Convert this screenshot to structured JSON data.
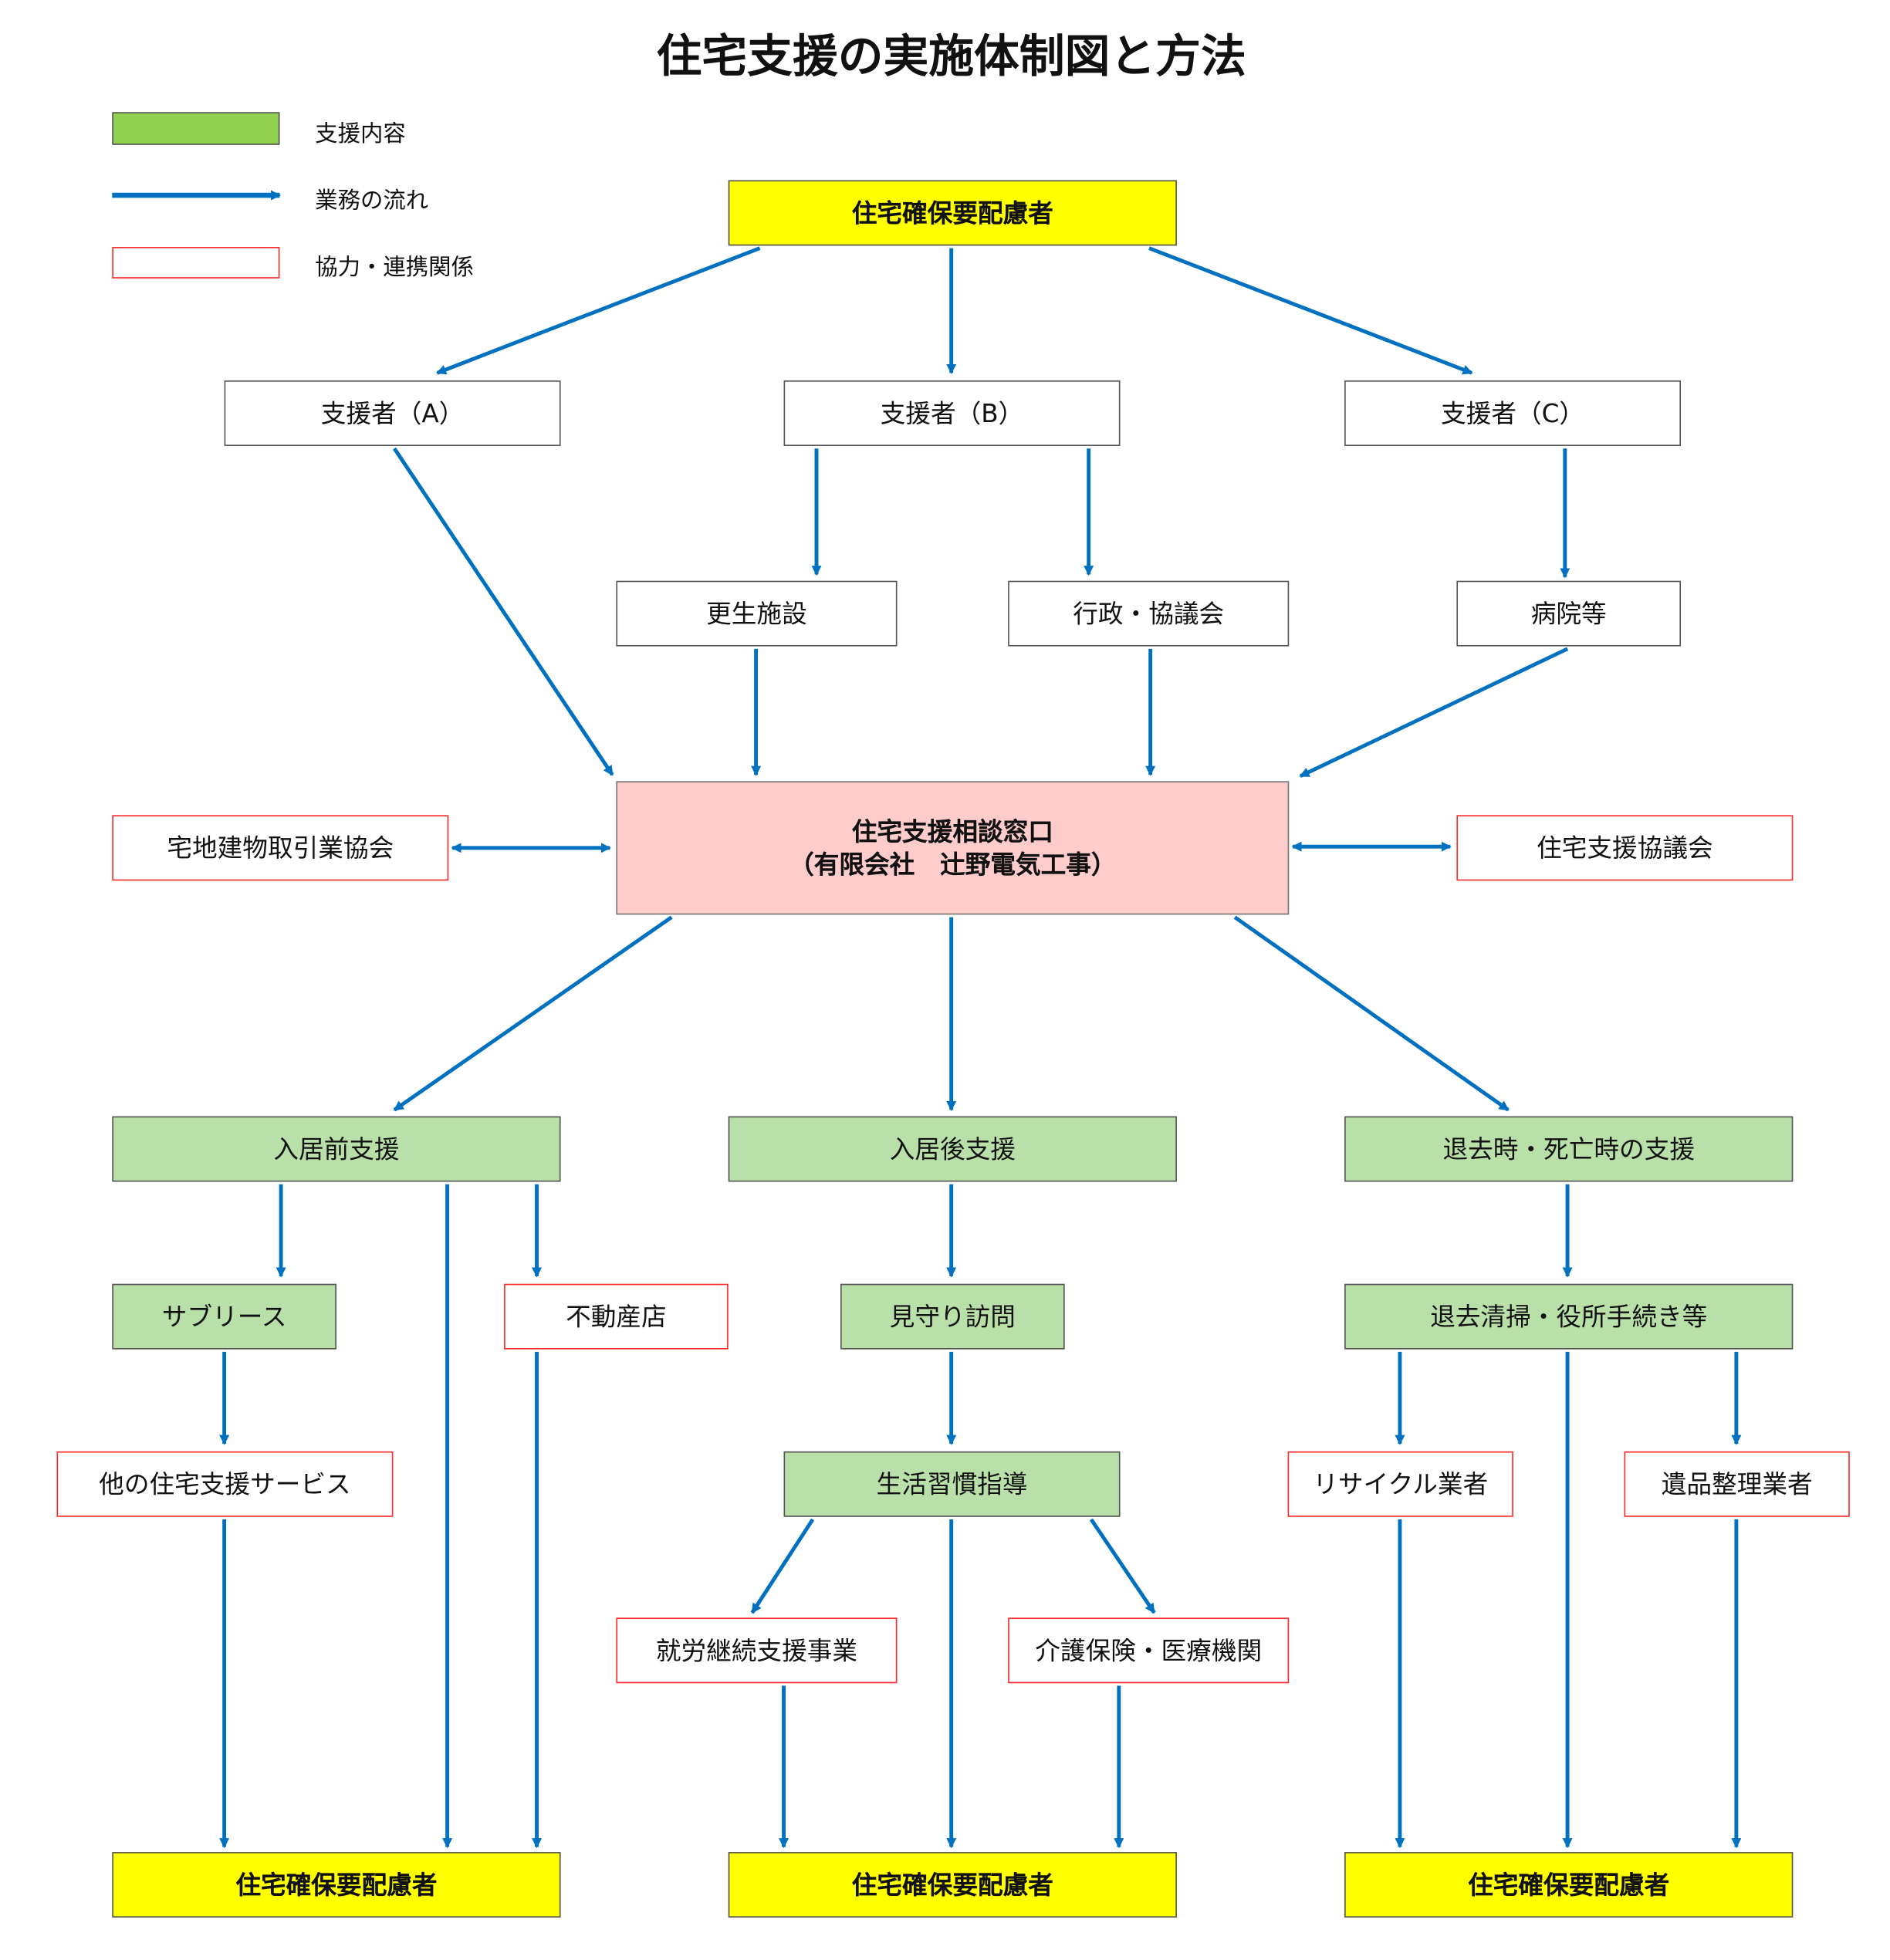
{
  "title": "住宅支援の実施体制図と方法",
  "legend": {
    "support_content": "支援内容",
    "work_flow": "業務の流れ",
    "cooperation": "協力・連携関係"
  },
  "colors": {
    "flow_arrow": "#0070c0",
    "support_box": "#b9e0a9",
    "legend_green": "#92d050",
    "target_box": "#ffff00",
    "center_box": "#ffcccc",
    "cooperation_border": "#ff2a2a"
  },
  "top": {
    "target": "住宅確保要配慮者"
  },
  "supporters": [
    "支援者（A）",
    "支援者（B）",
    "支援者（C）"
  ],
  "intermediaries": [
    "更生施設",
    "行政・協議会",
    "病院等"
  ],
  "center": {
    "line1": "住宅支援相談窓口",
    "line2": "（有限会社　辻野電気工事）"
  },
  "partners": {
    "left": "宅地建物取引業協会",
    "right": "住宅支援協議会"
  },
  "phases": [
    "入居前支援",
    "入居後支援",
    "退去時・死亡時の支援"
  ],
  "pre_move": {
    "sublease": "サブリース",
    "realtor": "不動産店",
    "other_services": "他の住宅支援サービス"
  },
  "post_move": {
    "watch": "見守り訪問",
    "lifestyle": "生活習慣指導",
    "employment": "就労継続支援事業",
    "care": "介護保険・医療機関"
  },
  "exit": {
    "cleanup": "退去清掃・役所手続き等",
    "recycle": "リサイクル業者",
    "estate": "遺品整理業者"
  },
  "bottom_targets": [
    "住宅確保要配慮者",
    "住宅確保要配慮者",
    "住宅確保要配慮者"
  ]
}
